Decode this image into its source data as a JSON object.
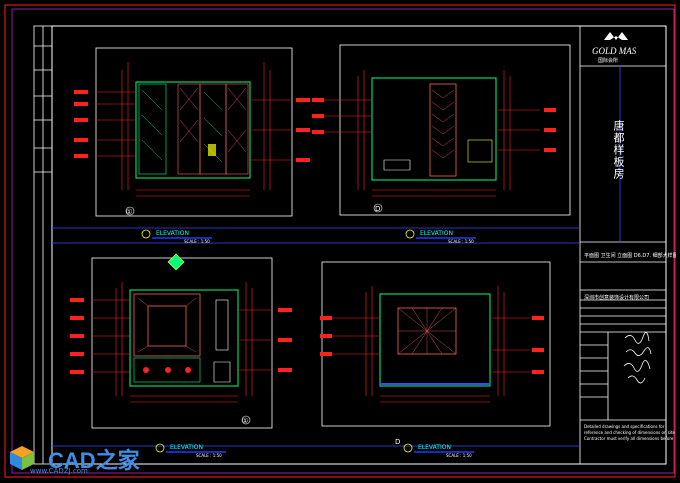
{
  "elevations": [
    {
      "label": "ELEVATION",
      "scale": "SCALE : 1:50",
      "mark": "①"
    },
    {
      "label": "ELEVATION",
      "scale": "SCALE : 1:50",
      "mark": "D"
    },
    {
      "label": "ELEVATION",
      "scale": "SCALE : 1:50",
      "mark": "①"
    },
    {
      "label": "ELEVATION",
      "scale": "SCALE : 1:50",
      "mark": "D"
    }
  ],
  "title_block": {
    "logo_name": "GOLD MAS",
    "logo_sub": "国际会所",
    "drawing_title": "唐都样板房",
    "sheet_desc": "平面图 卫生间 立面图 D6.D7. 细部大样图",
    "company": "深圳市创意装饰设计有限公司",
    "notes": [
      "Detailed drawings and specifications for",
      "reference and checking of dimensions on site",
      "Contractor must verify all dimensions before"
    ]
  },
  "watermark": {
    "brand": "CAD之家",
    "url": "www.CADZJ.com"
  },
  "colors": {
    "frame": "#ffffff",
    "dim": "#ff2020",
    "wall": "#00ff7f",
    "panel": "#ff6060",
    "accent": "#00ffff",
    "label_bg": "#1a3cff"
  }
}
